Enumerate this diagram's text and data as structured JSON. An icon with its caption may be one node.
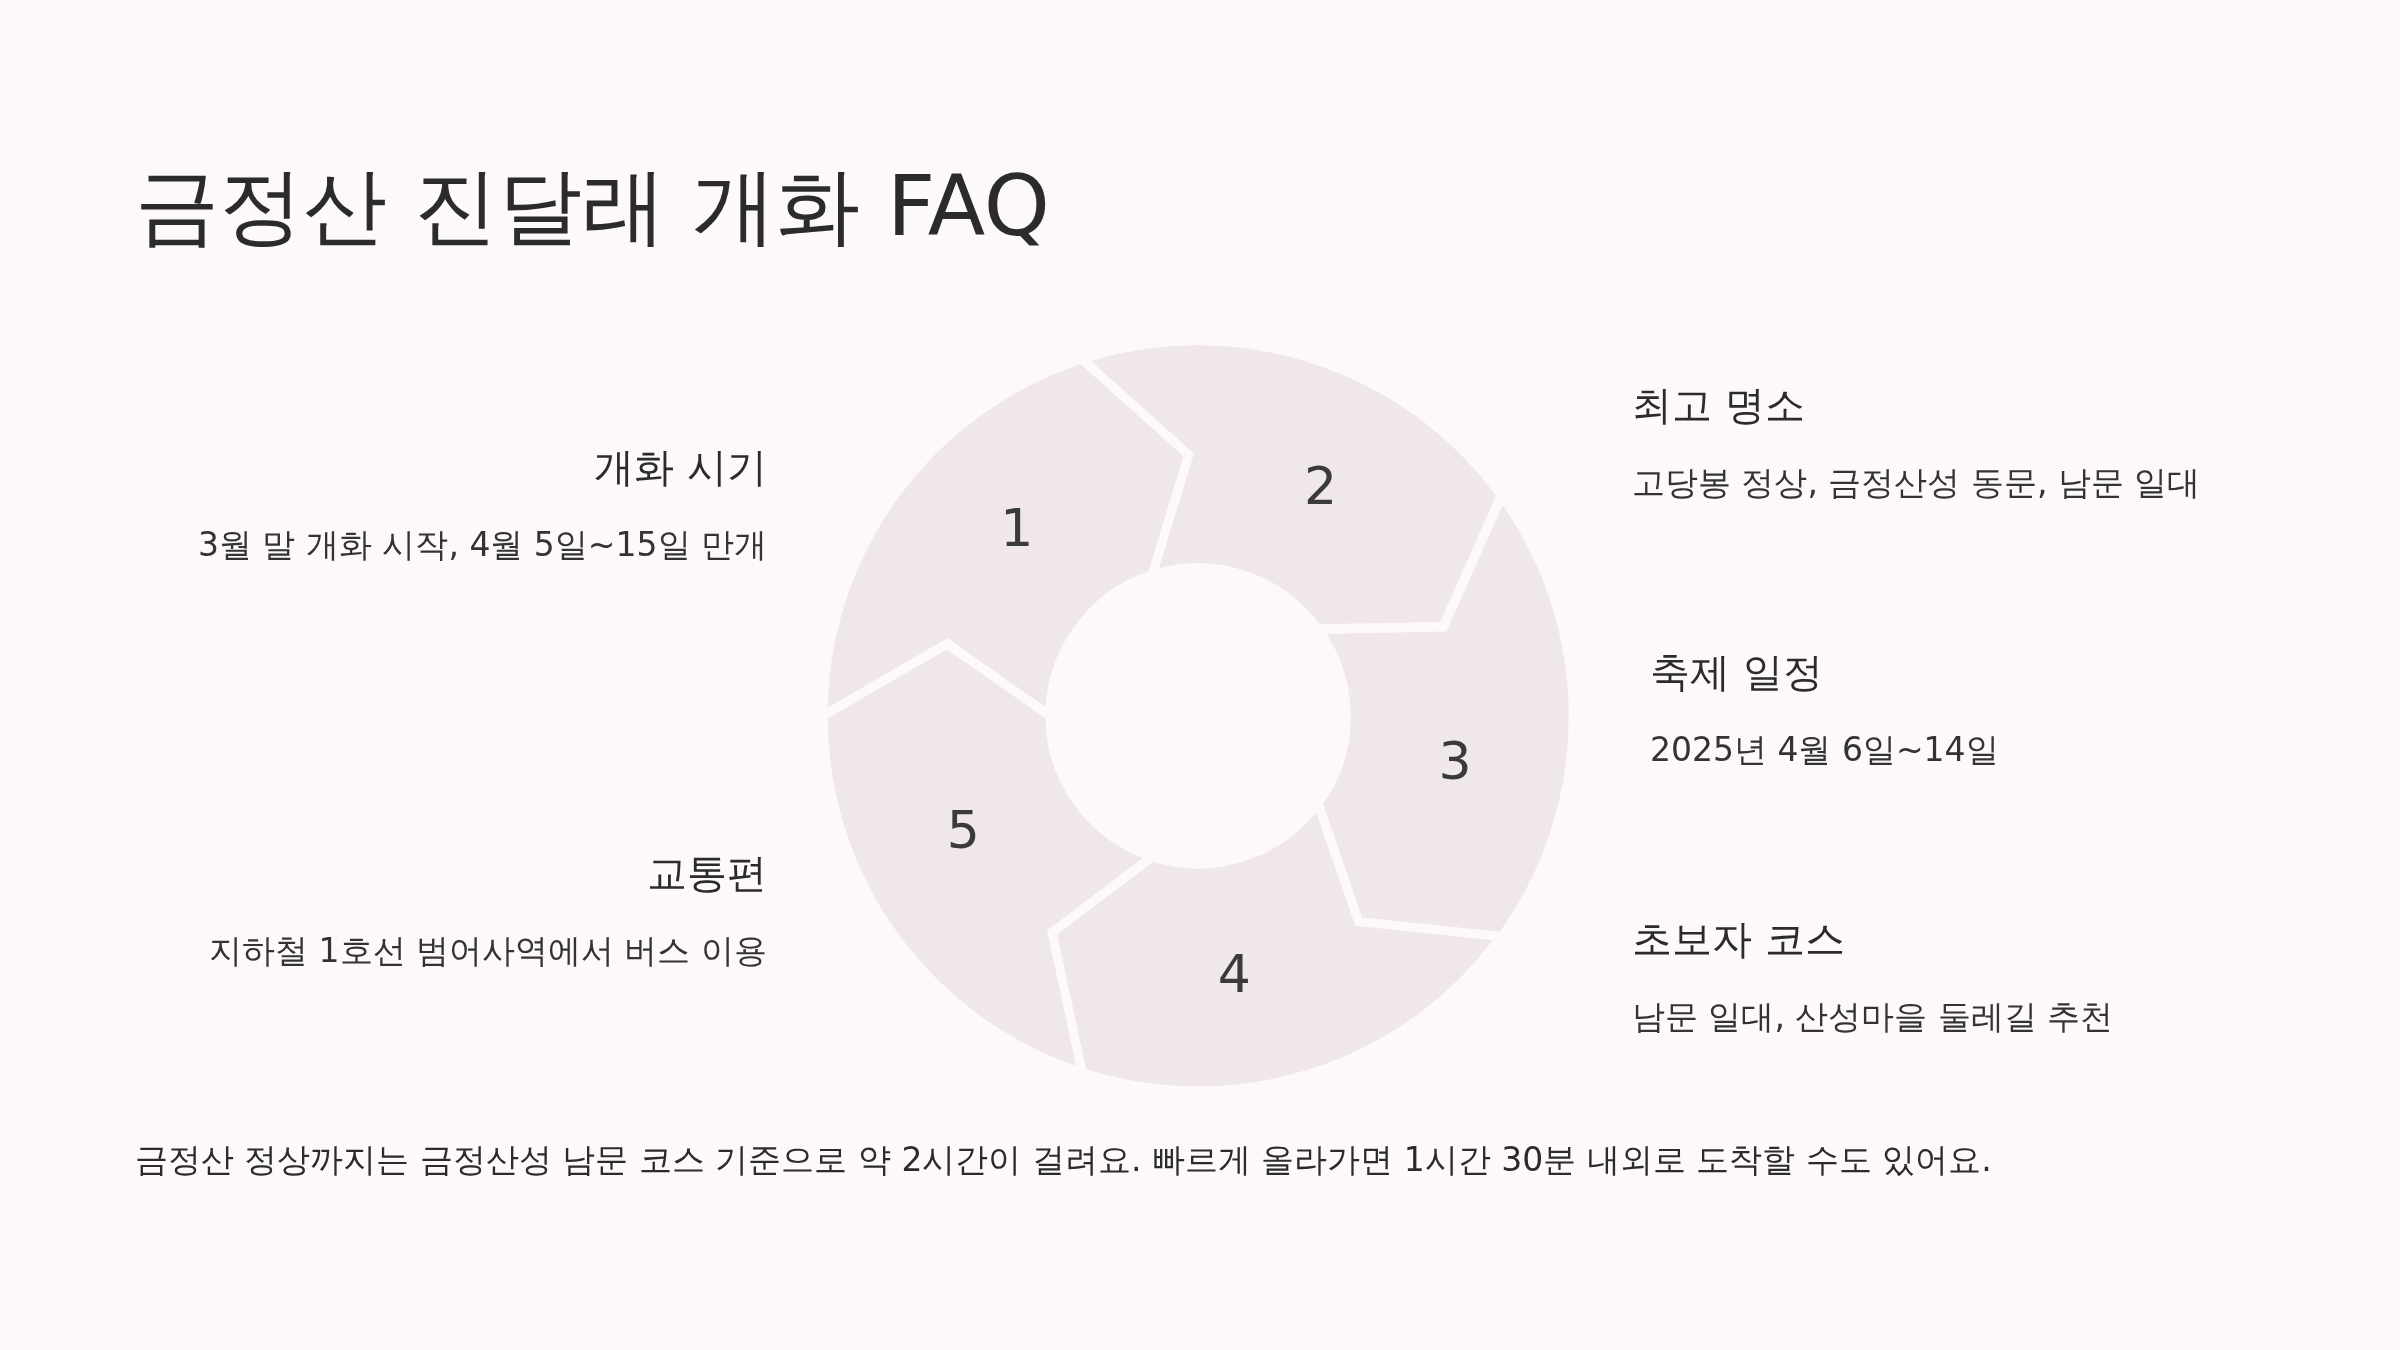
{
  "diagram": {
    "title": "금정산 진달래 개화 FAQ",
    "nodes": [
      {
        "text": [
          "1"
        ]
      },
      {
        "text": [
          "2"
        ]
      },
      {
        "text": [
          "3"
        ]
      },
      {
        "text": [
          "4"
        ]
      },
      {
        "text": [
          "5"
        ]
      },
      {
        "text": [
          "개화 시기",
          "3월 말 개화 시작, 4월 5일~15일 만개"
        ]
      },
      {
        "text": [
          "최고 명소",
          "고당봉 정상, 금정산성 동문, 남문 일대"
        ]
      },
      {
        "text": [
          "축제 일정",
          "2025년 4월 6일~14일"
        ]
      },
      {
        "text": [
          "초보자 코스",
          "남문 일대, 산성마을 둘레길 추천"
        ]
      },
      {
        "text": [
          "교통편",
          "지하철 1호선 범어사역에서 버스 이용"
        ]
      }
    ],
    "caption": "금정산 정상까지는 금정산성 남문 코스 기준으로 약 2시간이 걸려요. 빠르게 올라가면 1시간 30분 내외로 도착할 수도 있어요."
  }
}
